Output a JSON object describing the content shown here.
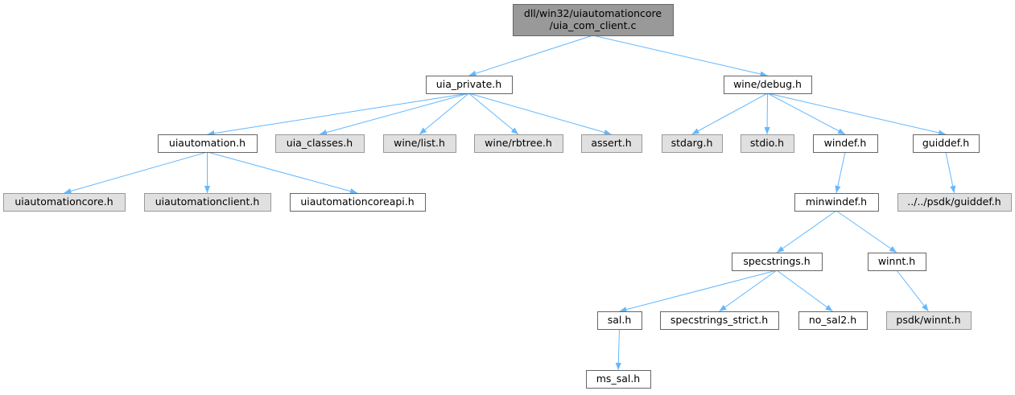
{
  "diagram": {
    "colors": {
      "root_fill": "#999999",
      "root_border": "#666666",
      "documented_fill": "#ffffff",
      "documented_border": "#666666",
      "external_fill": "#e0e0e0",
      "external_border": "#999999",
      "edge": "#63b8ff"
    },
    "nodes": [
      {
        "id": "root",
        "lines": [
          "dll/win32/uiautomationcore",
          "/uia_com_client.c"
        ],
        "kind": "root"
      },
      {
        "id": "uia_private",
        "lines": [
          "uia_private.h"
        ],
        "kind": "documented"
      },
      {
        "id": "wine_debug",
        "lines": [
          "wine/debug.h"
        ],
        "kind": "documented"
      },
      {
        "id": "uiautomation",
        "lines": [
          "uiautomation.h"
        ],
        "kind": "documented"
      },
      {
        "id": "uia_classes",
        "lines": [
          "uia_classes.h"
        ],
        "kind": "external"
      },
      {
        "id": "wine_list",
        "lines": [
          "wine/list.h"
        ],
        "kind": "external"
      },
      {
        "id": "wine_rbtree",
        "lines": [
          "wine/rbtree.h"
        ],
        "kind": "external"
      },
      {
        "id": "assert",
        "lines": [
          "assert.h"
        ],
        "kind": "external"
      },
      {
        "id": "stdarg",
        "lines": [
          "stdarg.h"
        ],
        "kind": "external"
      },
      {
        "id": "stdio",
        "lines": [
          "stdio.h"
        ],
        "kind": "external"
      },
      {
        "id": "windef",
        "lines": [
          "windef.h"
        ],
        "kind": "documented"
      },
      {
        "id": "guiddef",
        "lines": [
          "guiddef.h"
        ],
        "kind": "documented"
      },
      {
        "id": "uiautomationcore",
        "lines": [
          "uiautomationcore.h"
        ],
        "kind": "external"
      },
      {
        "id": "uiautomationclient",
        "lines": [
          "uiautomationclient.h"
        ],
        "kind": "external"
      },
      {
        "id": "uiautomationcoreapi",
        "lines": [
          "uiautomationcoreapi.h"
        ],
        "kind": "documented"
      },
      {
        "id": "minwindef",
        "lines": [
          "minwindef.h"
        ],
        "kind": "documented"
      },
      {
        "id": "psdk_guiddef",
        "lines": [
          "../../psdk/guiddef.h"
        ],
        "kind": "external"
      },
      {
        "id": "specstrings",
        "lines": [
          "specstrings.h"
        ],
        "kind": "documented"
      },
      {
        "id": "winnt",
        "lines": [
          "winnt.h"
        ],
        "kind": "documented"
      },
      {
        "id": "sal",
        "lines": [
          "sal.h"
        ],
        "kind": "documented"
      },
      {
        "id": "specstrings_strict",
        "lines": [
          "specstrings_strict.h"
        ],
        "kind": "documented"
      },
      {
        "id": "no_sal2",
        "lines": [
          "no_sal2.h"
        ],
        "kind": "documented"
      },
      {
        "id": "psdk_winnt",
        "lines": [
          "psdk/winnt.h"
        ],
        "kind": "external"
      },
      {
        "id": "ms_sal",
        "lines": [
          "ms_sal.h"
        ],
        "kind": "documented"
      }
    ],
    "edges": [
      [
        "root",
        "uia_private"
      ],
      [
        "root",
        "wine_debug"
      ],
      [
        "uia_private",
        "uiautomation"
      ],
      [
        "uia_private",
        "uia_classes"
      ],
      [
        "uia_private",
        "wine_list"
      ],
      [
        "uia_private",
        "wine_rbtree"
      ],
      [
        "uia_private",
        "assert"
      ],
      [
        "wine_debug",
        "stdarg"
      ],
      [
        "wine_debug",
        "stdio"
      ],
      [
        "wine_debug",
        "windef"
      ],
      [
        "wine_debug",
        "guiddef"
      ],
      [
        "uiautomation",
        "uiautomationcore"
      ],
      [
        "uiautomation",
        "uiautomationclient"
      ],
      [
        "uiautomation",
        "uiautomationcoreapi"
      ],
      [
        "windef",
        "minwindef"
      ],
      [
        "guiddef",
        "psdk_guiddef"
      ],
      [
        "minwindef",
        "specstrings"
      ],
      [
        "minwindef",
        "winnt"
      ],
      [
        "specstrings",
        "sal"
      ],
      [
        "specstrings",
        "specstrings_strict"
      ],
      [
        "specstrings",
        "no_sal2"
      ],
      [
        "winnt",
        "psdk_winnt"
      ],
      [
        "sal",
        "ms_sal"
      ]
    ]
  }
}
